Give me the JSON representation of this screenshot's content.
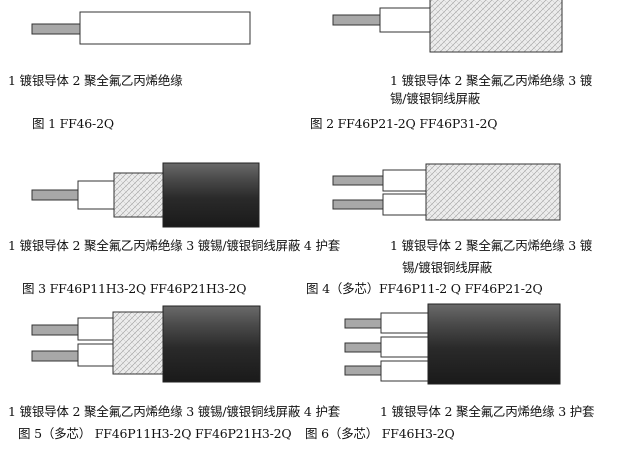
{
  "colors": {
    "conductor": "#a8a8a8",
    "insulation": "#ffffff",
    "shield": "#e6e6e6",
    "sheath": "#3a3a3a",
    "outline": "#333333"
  },
  "icons": {
    "shield": "braided-shield-pattern",
    "sheath": "cylindrical-sheath-shading"
  },
  "figures": [
    {
      "legend": "1 镀银导体    2 聚全氟乙丙烯绝缘",
      "caption": "图 1    FF46-2Q"
    },
    {
      "legend_line1": "1 镀银导体  2 聚全氟乙丙烯绝缘 3 镀",
      "legend_line2": "锡/镀银铜线屏蔽",
      "caption": "图 2    FF46P21-2Q    FF46P31-2Q"
    },
    {
      "legend": "1 镀银导体 2 聚全氟乙丙烯绝缘 3 镀锡/镀银铜线屏蔽 4 护套",
      "caption": "图 3    FF46P11H3-2Q     FF46P21H3-2Q"
    },
    {
      "legend_line1": "1 镀银导体  2 聚全氟乙丙烯绝缘 3 镀",
      "legend_line2": "锡/镀银铜线屏蔽",
      "caption": "图 4（多芯）FF46P11-2 Q      FF46P21-2Q"
    },
    {
      "legend": "1 镀银导体 2 聚全氟乙丙烯绝缘 3  镀锡/镀银铜线屏蔽 4 护套",
      "caption": "图 5（多芯）   FF46P11H3-2Q    FF46P21H3-2Q"
    },
    {
      "legend": "1 镀银导体 2 聚全氟乙丙烯绝缘 3 护套",
      "caption": "图 6（多芯）     FF46H3-2Q"
    }
  ]
}
